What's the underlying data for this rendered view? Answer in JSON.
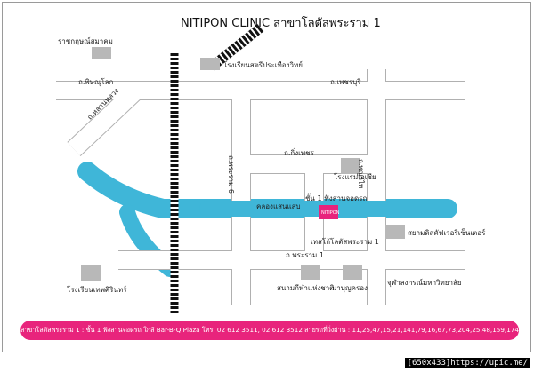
{
  "title": "NITIPON CLINIC สาขาโลตัสพระราม 1",
  "colors": {
    "canal": "#3fb6d8",
    "clinic": "#e8247c",
    "road": "#ffffff",
    "road_edge": "#b0b0b0",
    "building": "#b8b8b8",
    "rail": "#111111"
  },
  "roads": {
    "phitsanulok": "ถ.พิษณุโลก",
    "phetchaburi": "ถ.เพชรบุรี",
    "lan_luang": "ถ.หลานหลวง",
    "kiat_phet": "ถ.กิ่งเพชร",
    "phrathai": "ถ.พญาไท",
    "rama6": "ถ.พระราม 6",
    "rama1": "ถ.พระราม 1"
  },
  "landmarks": {
    "ratchakrit": "ราชกฤษณ์สมาคม",
    "satri_school": "โรงเรียนสตรีประเทืองวิทย์",
    "rongraem": "โรงแรมเอเชีย",
    "canal": "คลองแสนแสบ",
    "clinic_floor": "ชั้น 1 ฟังสานจอดรถ",
    "lotus": "เทสโก้โลตัสพระราม 1",
    "nationalstadium": "สนามกีฬาแห่งชาติ",
    "mbk": "มาบุญครอง",
    "siamdiscovery": "สยามดิสคัฟเวอรี่เซ็นเตอร์",
    "chula": "จุฬาลงกรณ์มหาวิทยาลัย",
    "thephasirin": "โรงเรียนเทพศิรินทร์",
    "clinic_sign": "NITIPON"
  },
  "footer": "สาขาโลตัสพระราม 1 : ชั้น 1 ฟังสานจอดรถ ใกล้ Bar-B-Q Plaza  โทร. 02 612 3511, 02 612 3512 สายรถที่วิ่งผ่าน : 11,25,47,15,21,141,79,16,67,73,204,25,48,159,174,",
  "credit": "[650x433]https://upic.me/"
}
